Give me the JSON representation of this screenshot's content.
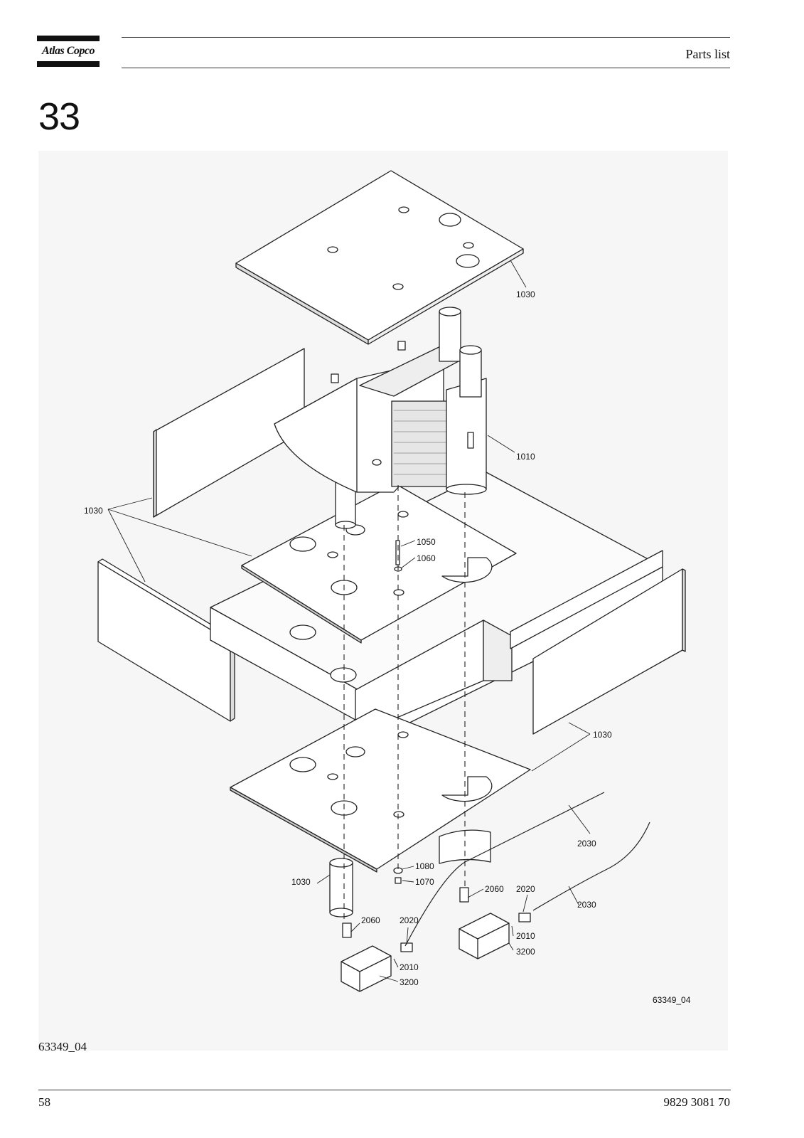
{
  "header": {
    "brand": "Atlas Copco",
    "section_title": "Parts list"
  },
  "chapter_number": "33",
  "drawing": {
    "figure_id": "63349_04",
    "callouts": {
      "top_plate": "1030",
      "unit": "1010",
      "left_panels": "1030",
      "stud": "1050",
      "washer_top": "1060",
      "right_panel": "1030",
      "hose_upper": "2030",
      "bottom_tube": "1030",
      "washer_bottom": "1080",
      "nut_bottom": "1070",
      "fitting_right": "2060",
      "adapter_right": "2020",
      "hose_lower": "2030",
      "fitting_left": "2060",
      "adapter_left": "2020",
      "connector_right": "2010",
      "valve_right": "3200",
      "connector_left": "2010",
      "valve_left": "3200"
    }
  },
  "figure_caption": "63349_04",
  "footer": {
    "page_number": "58",
    "document_number": "9829 3081 70"
  }
}
